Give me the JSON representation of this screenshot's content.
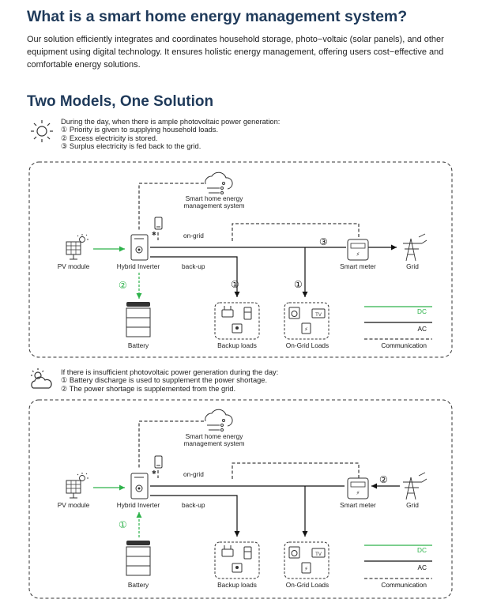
{
  "header": {
    "title": "What is a smart home energy management system?",
    "intro": "Our solution efficiently integrates and coordinates household storage, photo−voltaic (solar panels), and other equipment using digital technology. It ensures holistic energy management, offering users cost−effective and comfortable energy solutions."
  },
  "section": {
    "title": "Two Models, One Solution"
  },
  "model1": {
    "note": {
      "lead": "During the day, when there is ample photovoltaic power generation:",
      "line1": "① Priority is given to supplying household loads.",
      "line2": "② Excess electricity is stored.",
      "line3": "③ Surplus electricity is fed back to the grid."
    },
    "labels": {
      "ems": "Smart home energy",
      "ems2": "management system",
      "pv": "PV module",
      "inverter": "Hybrid Inverter",
      "ongrid": "on-grid",
      "backup": "back-up",
      "meter": "Smart meter",
      "grid": "Grid",
      "battery": "Battery",
      "backup_loads": "Backup loads",
      "ongrid_loads": "On-Grid Loads",
      "dc": "DC",
      "ac": "AC",
      "comm": "Communication",
      "n1a": "①",
      "n1b": "①",
      "n2": "②",
      "n3": "③",
      "tv": "TV"
    }
  },
  "model2": {
    "note": {
      "lead": "If there is insufficient photovoltaic power generation during the day:",
      "line1": "① Battery discharge is used to supplement the power shortage.",
      "line2": "② The power shortage is supplemented from the grid."
    },
    "labels": {
      "ems": "Smart home energy",
      "ems2": "management system",
      "pv": "PV module",
      "inverter": "Hybrid Inverter",
      "ongrid": "on-grid",
      "backup": "back-up",
      "meter": "Smart meter",
      "grid": "Grid",
      "battery": "Battery",
      "backup_loads": "Backup loads",
      "ongrid_loads": "On-Grid Loads",
      "dc": "DC",
      "ac": "AC",
      "comm": "Communication",
      "n1": "①",
      "n2": "②",
      "tv": "TV"
    }
  },
  "colors": {
    "heading": "#1f3a5a",
    "dc": "#2db24a",
    "ac": "#111111"
  }
}
